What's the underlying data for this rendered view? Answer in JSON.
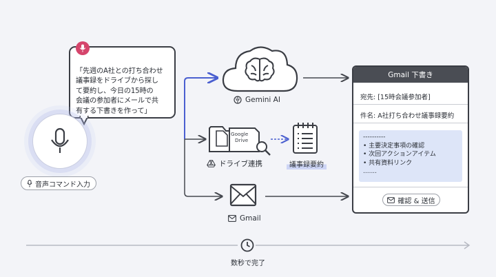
{
  "voice": {
    "prompt": "「先週のA社との打ち合わせ\n議事録をドライブから探し\nて要約し、今日の15時の\n会議の参加者にメールで共\n有する下書きを作って」",
    "label": "音声コマンド入力"
  },
  "gemini": {
    "label": "Gemini AI"
  },
  "drive": {
    "doc_label": "Google Drive",
    "label": "ドライブ連携",
    "summary_label": "議事録要約"
  },
  "gmail": {
    "label": "Gmail"
  },
  "draft": {
    "title": "Gmail 下書き",
    "to": "宛先: [15時会議参加者]",
    "subject": "件名: A社打ち合わせ議事録要約",
    "separator": "----------",
    "bullets": [
      "• 主要決定事項の確認",
      "• 次回アクションアイテム",
      "• 共有資料リンク"
    ],
    "ellipsis": ".......",
    "send_button": "確認 & 送信"
  },
  "timeline": {
    "label": "数秒で完了"
  },
  "colors": {
    "accent": "#4a5fd0",
    "mic": "#d5456c",
    "dark": "#3a3d44",
    "highlight": "#dde5f8"
  }
}
